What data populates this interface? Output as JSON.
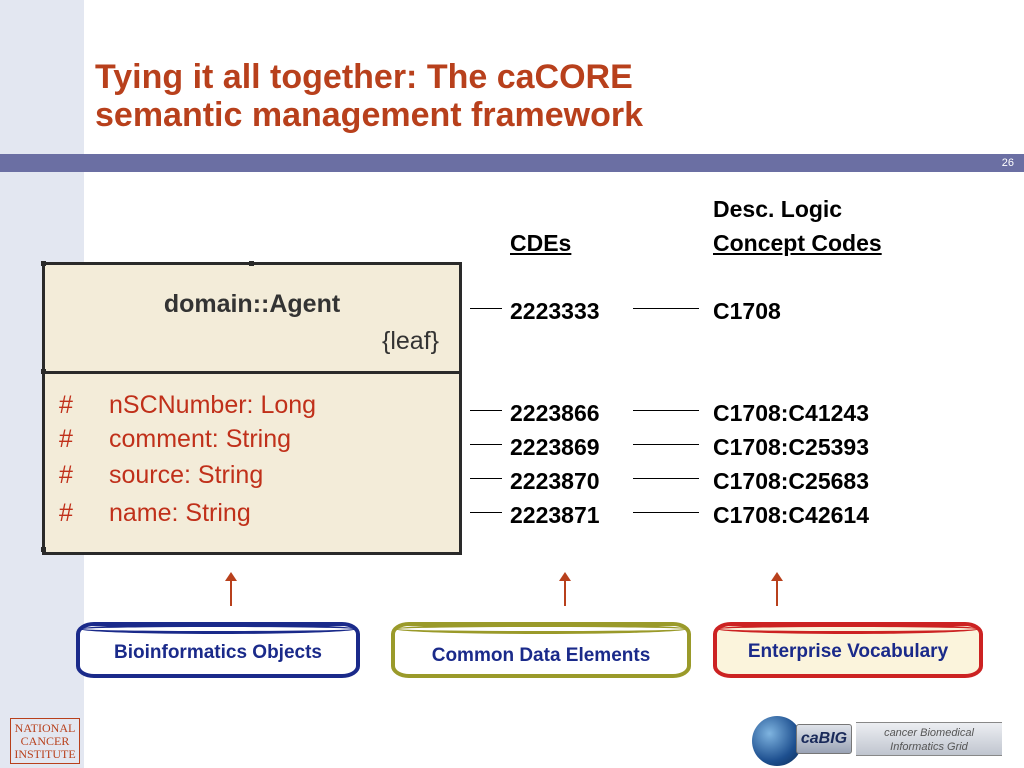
{
  "title": {
    "line1": "Tying it all together: The caCORE",
    "line2": "semantic management framework"
  },
  "page_number": "26",
  "columns": {
    "cdes_header": "CDEs   ",
    "concept_header_line1": "Desc. Logic",
    "concept_header_line2": "Concept Codes"
  },
  "uml": {
    "class_name": "domain::Agent",
    "stereotype": "{leaf}",
    "attributes": [
      {
        "marker": "#",
        "text": "nSCNumber:  Long"
      },
      {
        "marker": "#",
        "text": "comment:  String"
      },
      {
        "marker": "#",
        "text": "source:  String"
      },
      {
        "marker": "#",
        "text": "name:  String"
      }
    ]
  },
  "mappings": [
    {
      "cde": "2223333",
      "concept": "C1708"
    },
    {
      "cde": "2223866",
      "concept": "C1708:C41243"
    },
    {
      "cde": "2223869",
      "concept": "C1708:C25393"
    },
    {
      "cde": "2223870",
      "concept": "C1708:C25683"
    },
    {
      "cde": "2223871",
      "concept": "C1708:C42614"
    }
  ],
  "layers": {
    "bio": "Bioinformatics Objects",
    "cde": "Common Data Elements",
    "ent": "Enterprise Vocabulary"
  },
  "logos": {
    "nci_line1": "NATIONAL",
    "nci_line2": "CANCER",
    "nci_line3": "INSTITUTE",
    "cabig_name": "caBIG",
    "cabig_sub_line1": "cancer Biomedical",
    "cabig_sub_line2": "Informatics Grid"
  },
  "colors": {
    "title": "#b8401c",
    "band": "#6b6fa3",
    "bio_border": "#1a2a8a",
    "cde_border": "#9a9a2a",
    "ent_border": "#cc2222"
  }
}
